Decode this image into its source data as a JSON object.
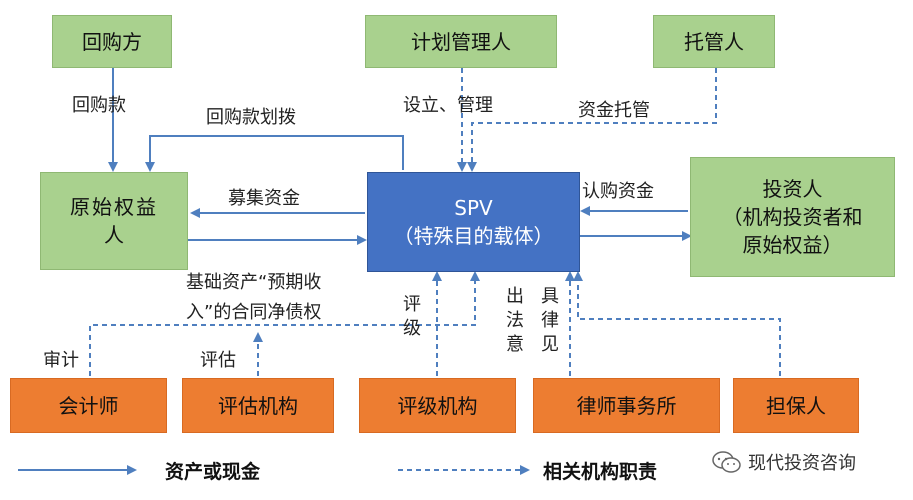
{
  "nodes": {
    "repurchaser": "回购方",
    "plan_manager": "计划管理人",
    "custodian": "托管人",
    "originator_line1": "原始权益",
    "originator_line2": "人",
    "spv_line1": "SPV",
    "spv_line2": "（特殊目的载体）",
    "investor_line1": "投资人",
    "investor_line2": "（机构投资者和",
    "investor_line3": "原始权益）",
    "accountant": "会计师",
    "appraiser": "评估机构",
    "rating_agency": "评级机构",
    "law_firm": "律师事务所",
    "guarantor": "担保人"
  },
  "edge_labels": {
    "repurchase_payment": "回购款",
    "repurchase_transfer": "回购款划拨",
    "setup_manage": "设立、管理",
    "fund_custody": "资金托管",
    "raise_funds": "募集资金",
    "subscription_funds": "认购资金",
    "underlying_asset_line1": "基础资产“预期收",
    "underlying_asset_line2": "入”的合同净债权",
    "audit": "审计",
    "appraisal": "评估",
    "rating": "评级",
    "issue_opinion_col1": "出法意",
    "issue_opinion_col2": "具律见"
  },
  "legend": {
    "solid": "资产或现金",
    "dashed": "相关机构职责"
  },
  "watermark": "现代投资咨询",
  "colors": {
    "green": "#a9d18e",
    "orange": "#ed7d31",
    "blue": "#4472c4",
    "arrow": "#4f7fbf"
  }
}
